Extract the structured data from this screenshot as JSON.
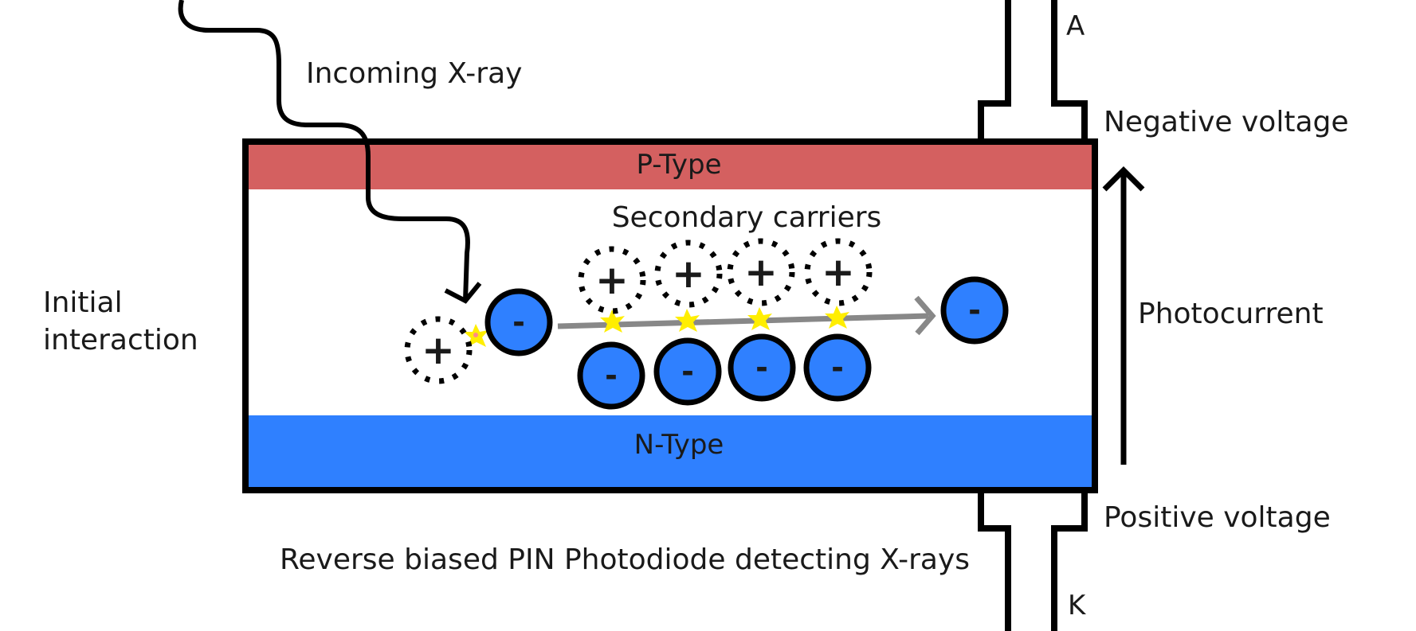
{
  "labels": {
    "incoming": "Incoming X-ray",
    "p_type": "P-Type",
    "n_type": "N-Type",
    "secondary": "Secondary carriers",
    "initial_line1": "Initial",
    "initial_line2": "interaction",
    "terminal_a": "A",
    "terminal_k": "K",
    "negative_voltage": "Negative voltage",
    "positive_voltage": "Positive voltage",
    "photocurrent": "Photocurrent",
    "caption": "Reverse biased PIN Photodiode detecting X-rays"
  },
  "symbols": {
    "plus": "+",
    "minus": "-"
  },
  "colors": {
    "p_type": "#d46060",
    "n_type": "#2f80ff",
    "electron": "#2f80ff",
    "spark": "#ffee00",
    "drift_arrow": "#888888",
    "outline": "#000000"
  }
}
